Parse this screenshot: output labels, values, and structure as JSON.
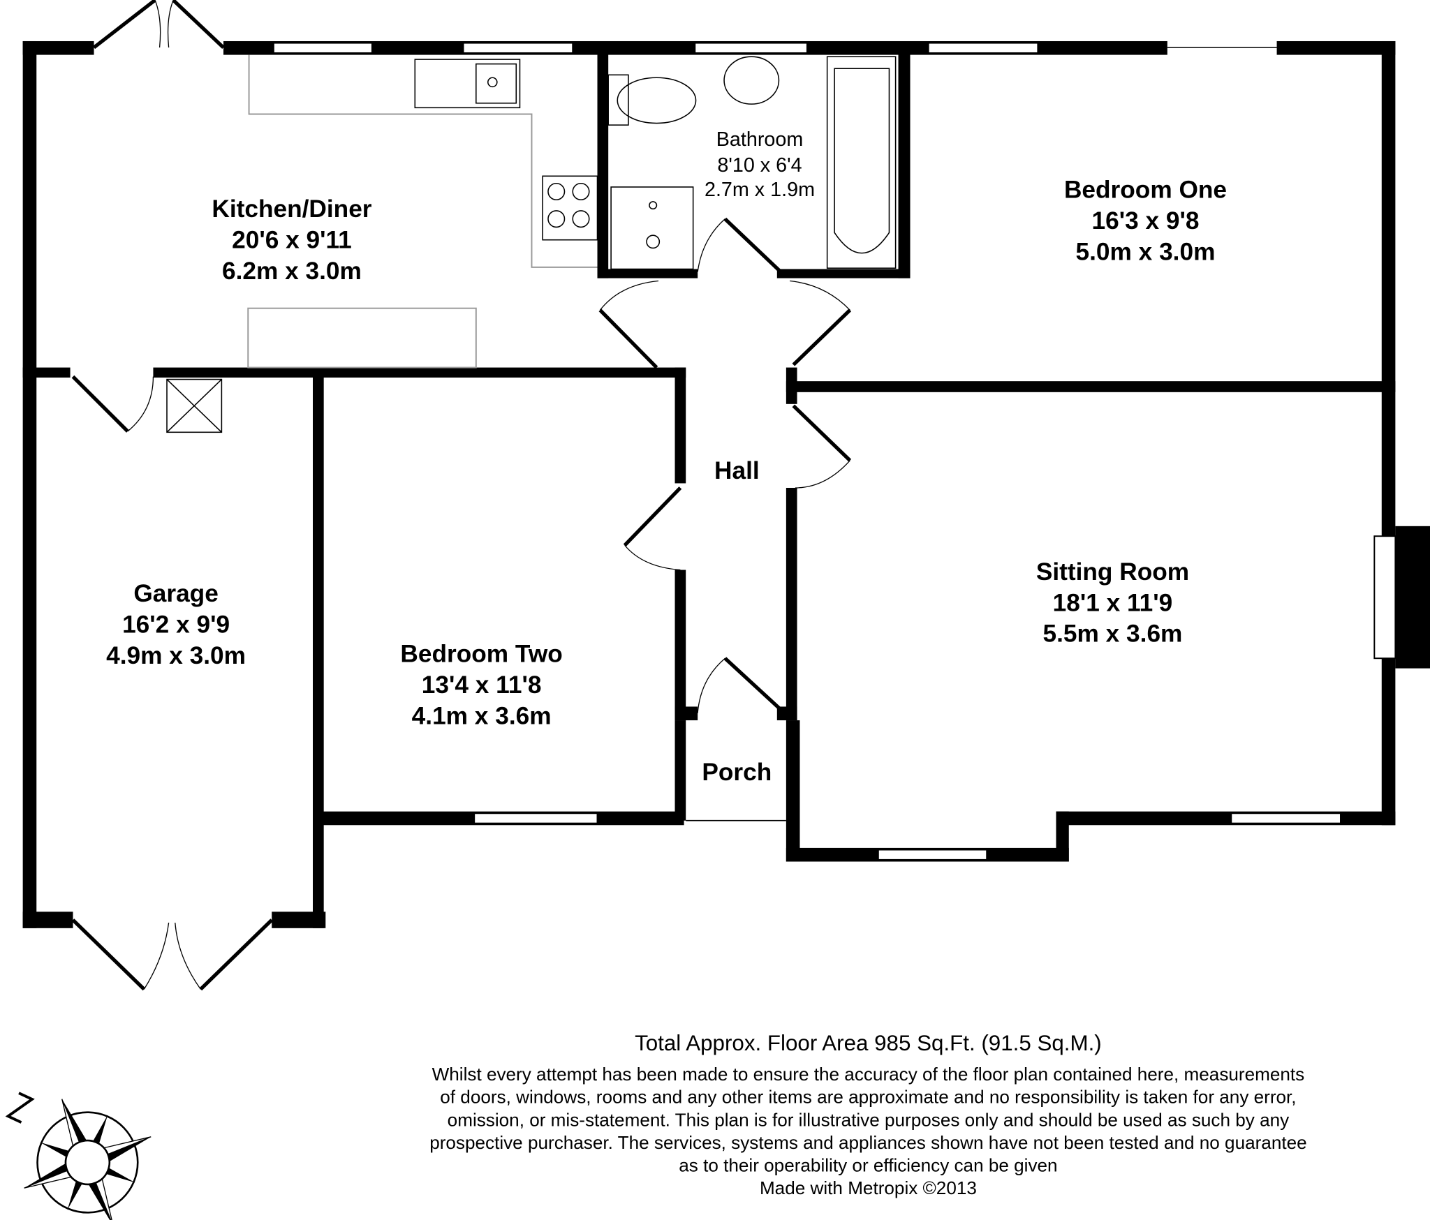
{
  "rooms": {
    "kitchen": {
      "name": "Kitchen/Diner",
      "imperial": "20'6 x 9'11",
      "metric": "6.2m x 3.0m"
    },
    "bathroom": {
      "name": "Bathroom",
      "imperial": "8'10 x 6'4",
      "metric": "2.7m x 1.9m"
    },
    "bedroom_one": {
      "name": "Bedroom One",
      "imperial": "16'3 x 9'8",
      "metric": "5.0m x 3.0m"
    },
    "hall": {
      "name": "Hall"
    },
    "garage": {
      "name": "Garage",
      "imperial": "16'2 x 9'9",
      "metric": "4.9m x 3.0m"
    },
    "bedroom_two": {
      "name": "Bedroom Two",
      "imperial": "13'4 x 11'8",
      "metric": "4.1m x 3.6m"
    },
    "sitting_room": {
      "name": "Sitting Room",
      "imperial": "18'1 x 11'9",
      "metric": "5.5m x 3.6m"
    },
    "porch": {
      "name": "Porch"
    }
  },
  "footer": {
    "total_area": "Total Approx. Floor Area 985 Sq.Ft. (91.5 Sq.M.)",
    "disclaimer": [
      "Whilst every attempt has been made to ensure the accuracy of the floor plan contained here, measurements",
      "of doors, windows, rooms and any other items are approximate and no responsibility is taken for any error,",
      "omission, or mis-statement. This plan is for illustrative purposes only and should be used as such by any",
      "prospective purchaser. The services, systems and appliances shown have not been tested and no guarantee",
      "as to their operability or efficiency can be given"
    ],
    "credit": "Made with Metropix ©2013"
  },
  "compass": {
    "icon": "compass-rose-icon",
    "north_label": "N"
  }
}
